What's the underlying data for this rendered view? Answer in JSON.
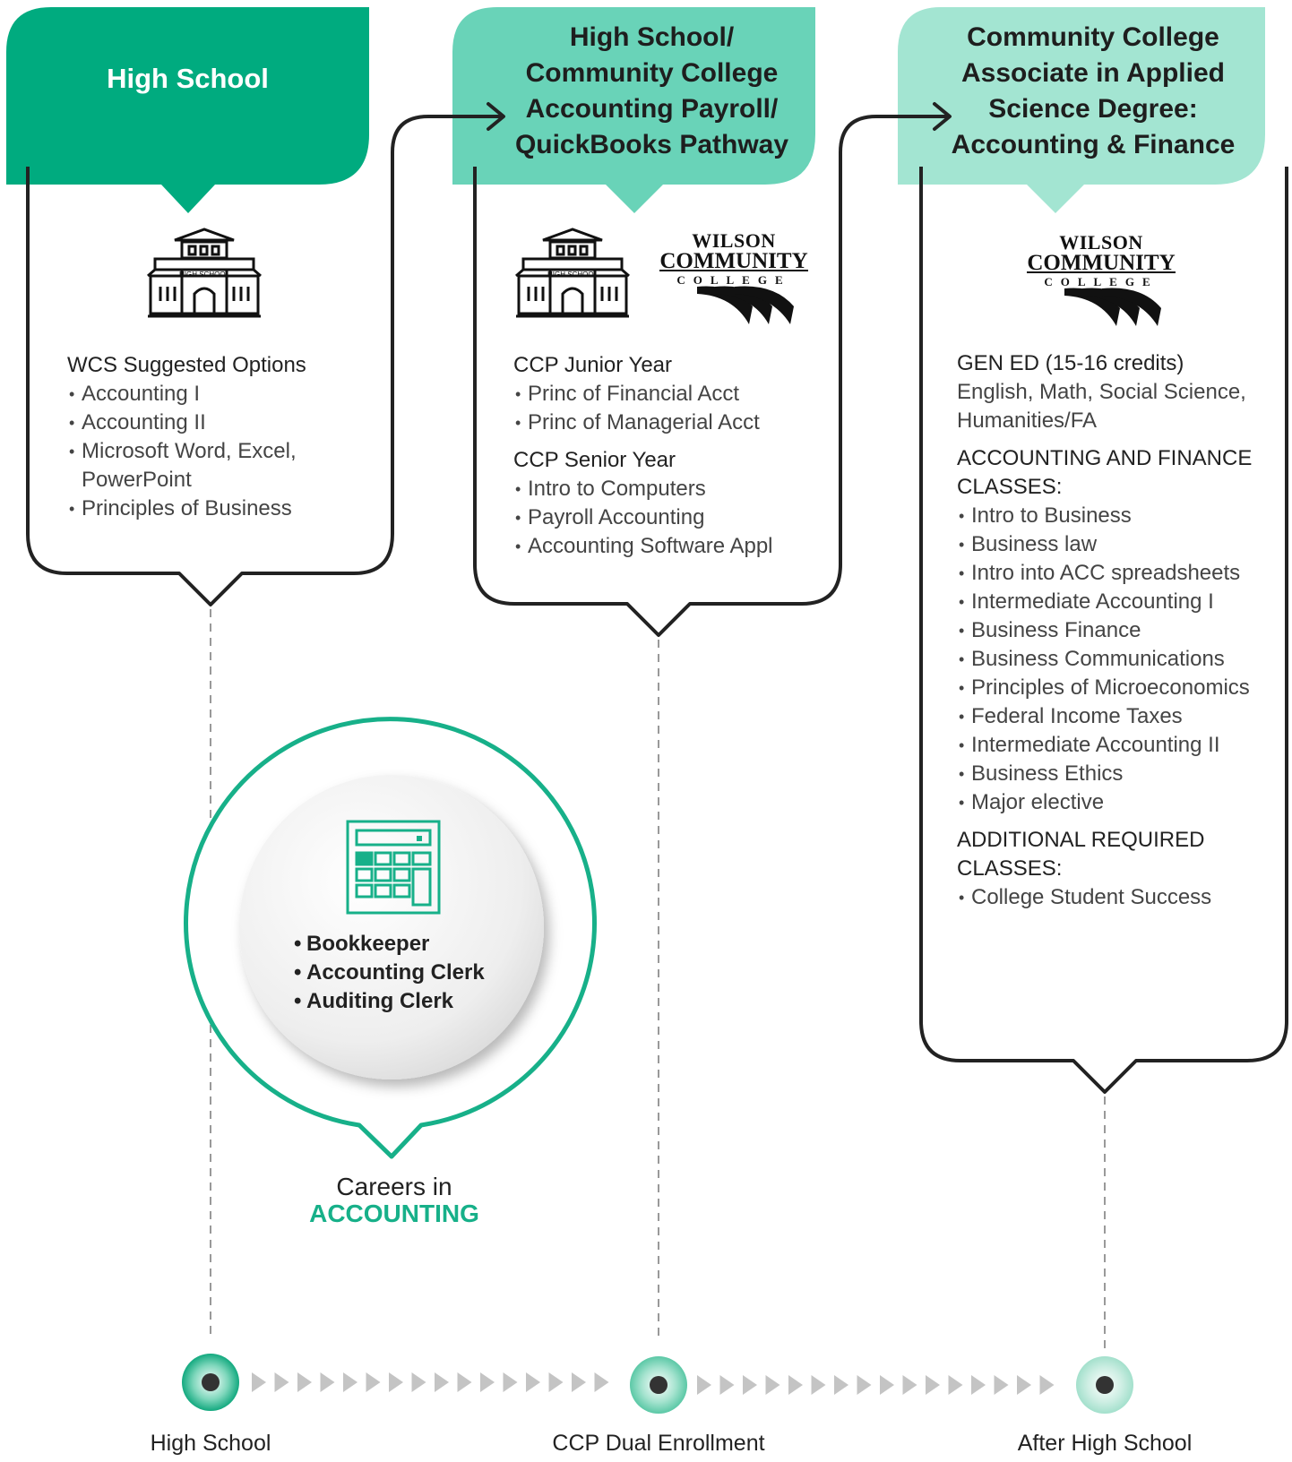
{
  "colors": {
    "primary_green": "#00ab7f",
    "mid_green": "#69d3b8",
    "light_green": "#a3e5d2",
    "outline": "#222222"
  },
  "columns": [
    {
      "header": [
        "High School"
      ],
      "icons": [
        "high-school-building-icon"
      ],
      "building_sign": "HIGH SCHOOL",
      "sections": [
        {
          "title": "WCS Suggested Options",
          "items": [
            "Accounting I",
            "Accounting II",
            "Microsoft Word, Excel, PowerPoint",
            "Principles of Business"
          ]
        }
      ]
    },
    {
      "header": [
        "High School/",
        "Community College",
        "Accounting Payroll/",
        "QuickBooks Pathway"
      ],
      "icons": [
        "high-school-building-icon",
        "wilson-community-college-logo"
      ],
      "building_sign": "HIGH SCHOOL",
      "sections": [
        {
          "title": "CCP Junior Year",
          "items": [
            "Princ of Financial Acct",
            "Princ of Managerial Acct"
          ]
        },
        {
          "title": "CCP Senior Year",
          "items": [
            "Intro to Computers",
            "Payroll Accounting",
            "Accounting Software Appl"
          ]
        }
      ]
    },
    {
      "header": [
        "Community College",
        "Associate in Applied",
        "Science Degree:",
        "Accounting & Finance"
      ],
      "icons": [
        "wilson-community-college-logo"
      ],
      "sections": [
        {
          "title": "GEN ED (15-16 credits)",
          "text": "English, Math, Social Science, Humanities/FA"
        },
        {
          "title": "ACCOUNTING AND FINANCE CLASSES:",
          "items": [
            "Intro to Business",
            "Business law",
            "Intro into ACC spreadsheets",
            "Intermediate Accounting I",
            "Business Finance",
            "Business Communications",
            "Principles of Microeconomics",
            "Federal Income Taxes",
            "Intermediate Accounting II",
            "Business Ethics",
            "Major elective"
          ]
        },
        {
          "title": "ADDITIONAL REQUIRED CLASSES:",
          "items": [
            "College Student Success"
          ]
        }
      ]
    }
  ],
  "logo": {
    "line1": "WILSON",
    "line2": "COMMUNITY",
    "line3": "COLLEGE"
  },
  "careers": {
    "icon": "calculator-icon",
    "items": [
      "Bookkeeper",
      "Accounting Clerk",
      "Auditing Clerk"
    ],
    "title_line1": "Careers in",
    "title_line2": "ACCOUNTING"
  },
  "timeline": {
    "stages": [
      "High School",
      "CCP Dual Enrollment",
      "After High School"
    ]
  }
}
